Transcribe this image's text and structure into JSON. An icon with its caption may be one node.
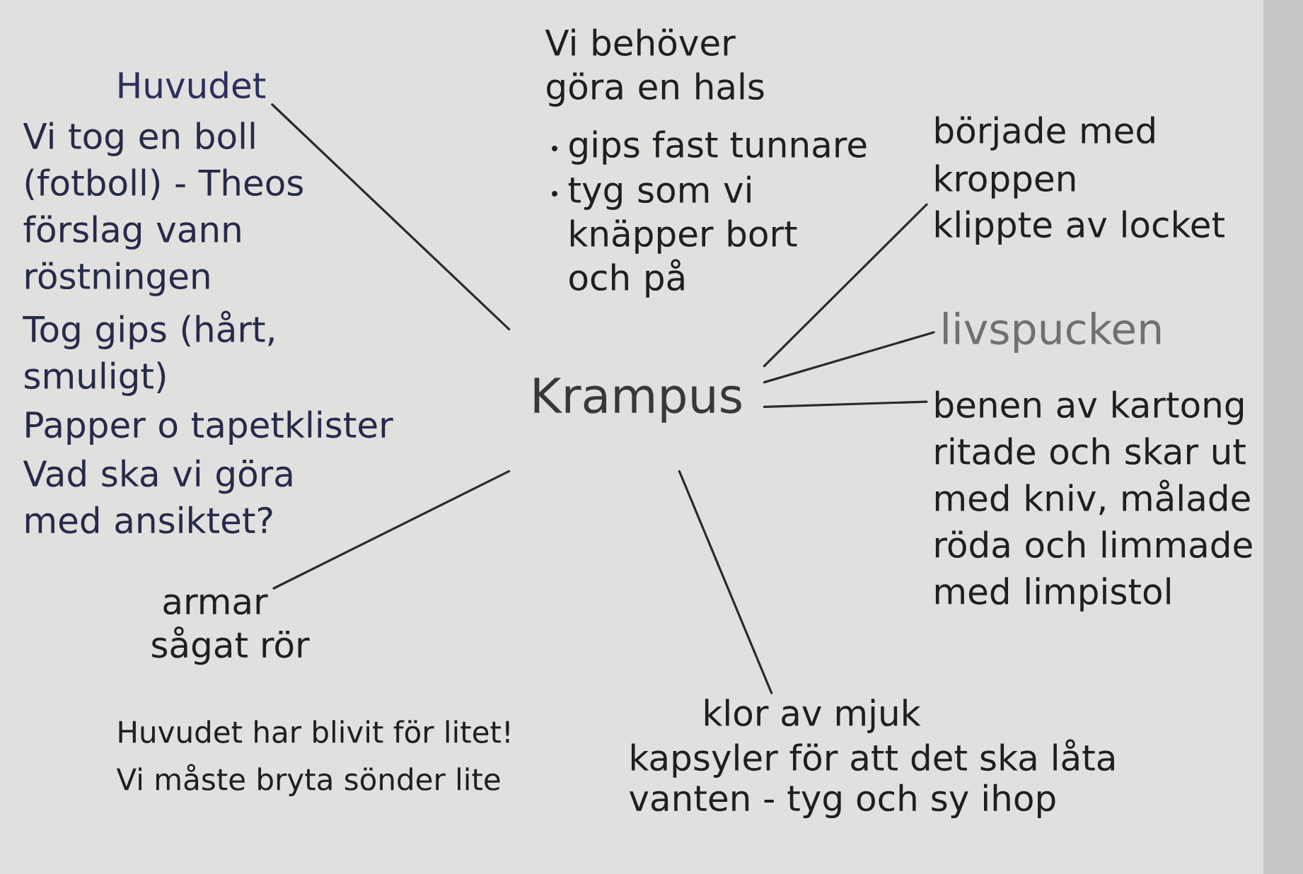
{
  "diagram": {
    "nodes": [
      {
        "text": [
          "Krampus"
        ]
      },
      {
        "text": [
          "Huvudet",
          "Vi tog en boll (fotboll) - Theos förslag vann röstningen",
          "Tog gips (hårt, smuligt)",
          "Papper o tapetklister",
          "Vad ska vi göra med ansiktet?"
        ]
      },
      {
        "text": [
          "började med kroppen",
          "klippte av locket"
        ]
      },
      {
        "text": [
          "livspucken"
        ]
      },
      {
        "text": [
          "benen av kartong ritade och skar ut med kniv, målade röda och limmade med limpistol"
        ]
      },
      {
        "text": [
          "armar",
          "sågat rör"
        ]
      },
      {
        "text": [
          "klor av mjuk",
          "kapsyler för att det ska låta",
          "vanten - tyg och sy ihop"
        ]
      }
    ],
    "edges": [
      {
        "from": 0,
        "to": 1,
        "arrow": "none"
      },
      {
        "from": 0,
        "to": 2,
        "arrow": "none"
      },
      {
        "from": 0,
        "to": 3,
        "arrow": "none"
      },
      {
        "from": 0,
        "to": 4,
        "arrow": "none"
      },
      {
        "from": 0,
        "to": 5,
        "arrow": "none"
      },
      {
        "from": 0,
        "to": 6,
        "arrow": "none"
      }
    ],
    "labels": [
      "Vi behöver göra en hals",
      "gips fast tunnare",
      "tyg som vi knäpper bort och på",
      "Huvudet har blivit för litet!",
      "Vi måste bryta sönder lite"
    ]
  }
}
